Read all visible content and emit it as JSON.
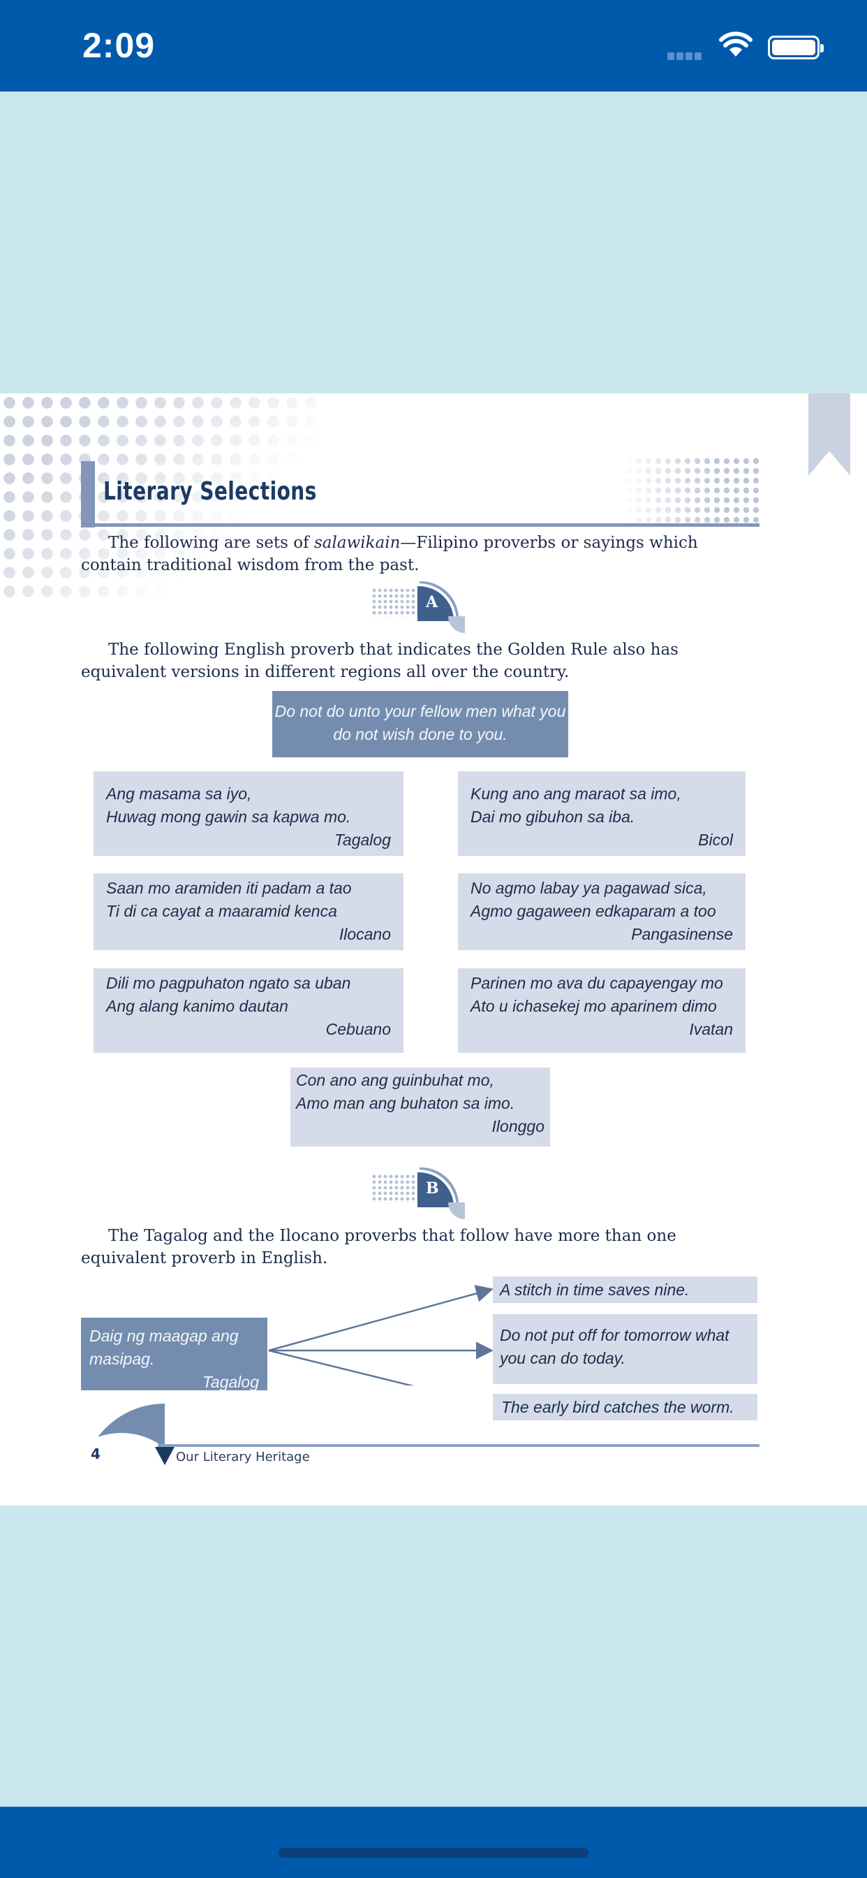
{
  "status_bar": {
    "time": "2:09"
  },
  "page": {
    "heading": "Literary Selections",
    "intro_prefix": "The following are sets of ",
    "intro_italic": "salawikain",
    "intro_suffix": "—Filipino proverbs or sayings which contain traditional wisdom from the past.",
    "section_a": {
      "letter": "A",
      "paragraph": "The following English proverb that indicates the Golden Rule also has equivalent versions in different regions all over the country.",
      "main_quote": "Do not do unto your fellow men what you do not wish done to you.",
      "proverbs": [
        {
          "line1": "Ang masama sa iyo,",
          "line2": "Huwag mong gawin sa kapwa mo.",
          "language": "Tagalog"
        },
        {
          "line1": "Kung ano ang maraot sa imo,",
          "line2": "Dai mo gibuhon sa iba.",
          "language": "Bicol"
        },
        {
          "line1": "Saan mo aramiden iti padam a tao",
          "line2": "Ti di ca cayat a maaramid kenca",
          "language": "Ilocano"
        },
        {
          "line1": "No agmo labay ya pagawad sica,",
          "line2": "Agmo gagaween edkaparam a too",
          "language": "Pangasinense"
        },
        {
          "line1": "Dili mo pagpuhaton ngato sa uban",
          "line2": "Ang alang kanimo dautan",
          "language": "Cebuano"
        },
        {
          "line1": "Parinen mo ava du capayengay mo",
          "line2": "Ato u ichasekej mo aparinem dimo",
          "language": "Ivatan"
        },
        {
          "line1": "Con ano ang guinbuhat mo,",
          "line2": "Amo man ang buhaton sa imo.",
          "language": "Ilonggo"
        }
      ]
    },
    "section_b": {
      "letter": "B",
      "paragraph": "The Tagalog and the Ilocano proverbs that follow have more than one equivalent proverb in English.",
      "source": {
        "line1": "Daig ng maagap ang",
        "line2": "masipag.",
        "language": "Tagalog"
      },
      "equivalents": [
        {
          "text": "A stitch in time saves nine."
        },
        {
          "line1": "Do not put off for tomorrow what",
          "line2": "you can do today."
        },
        {
          "text": "The early bird catches the worm."
        }
      ]
    },
    "footer": {
      "page_number": "4",
      "title": "Our Literary Heritage"
    }
  },
  "colors": {
    "status_bar": "#005aac",
    "reader_bg": "#cae7ed",
    "box_dark": "#748daf",
    "box_light": "#d5dbe9",
    "heading": "#1b3a63"
  }
}
